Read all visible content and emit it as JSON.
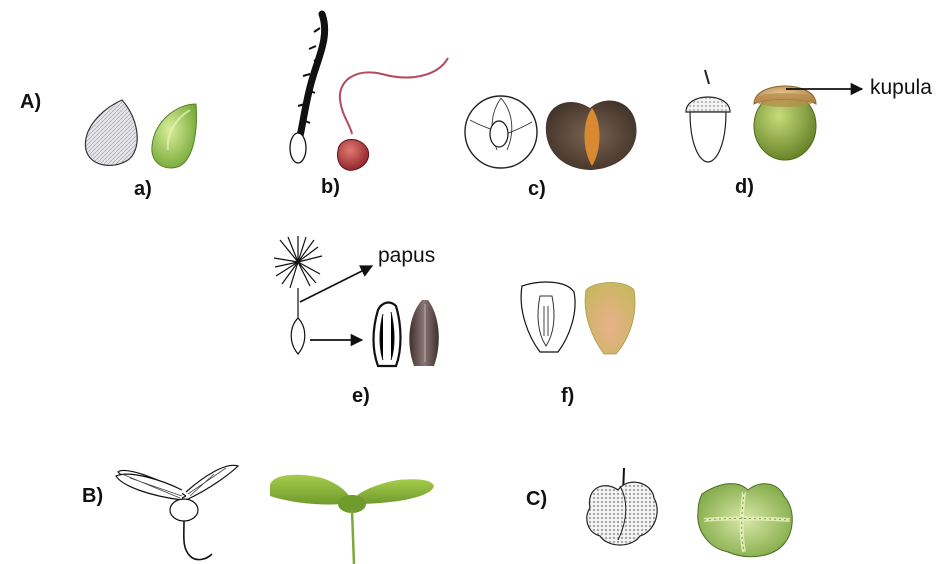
{
  "sections": {
    "A": "A)",
    "B": "B)",
    "C": "C)"
  },
  "labels": {
    "a": "a)",
    "b": "b)",
    "c": "c)",
    "d": "d)",
    "e": "e)",
    "f": "f)"
  },
  "annotations": {
    "kupula": "kupula",
    "papus": "papus"
  },
  "colors": {
    "green_seed": "#8dbf4a",
    "acorn_green": "#8aa63a",
    "acorn_cap": "#c79a5a",
    "red_fruit": "#b0343c",
    "brown_samara": "#5a4636",
    "orange_seed": "#d88a32",
    "sunflower_dark": "#5e4a46",
    "grain": "#d7b06a",
    "maple_green": "#8cb83a",
    "cross_green": "#9fc15a"
  }
}
